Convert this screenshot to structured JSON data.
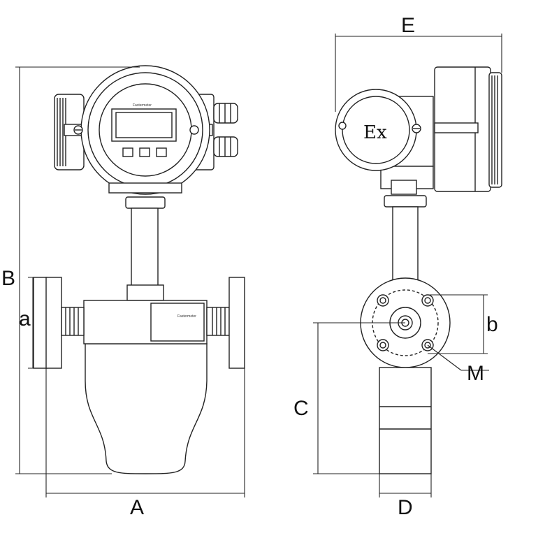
{
  "dimensions": {
    "A": "A",
    "B": "B",
    "a": "a",
    "b": "b",
    "C": "C",
    "D": "D",
    "E": "E",
    "M": "M"
  },
  "side_view": {
    "housing_mark": "Ex"
  },
  "colors": {
    "line": "#222222",
    "background": "#ffffff"
  }
}
